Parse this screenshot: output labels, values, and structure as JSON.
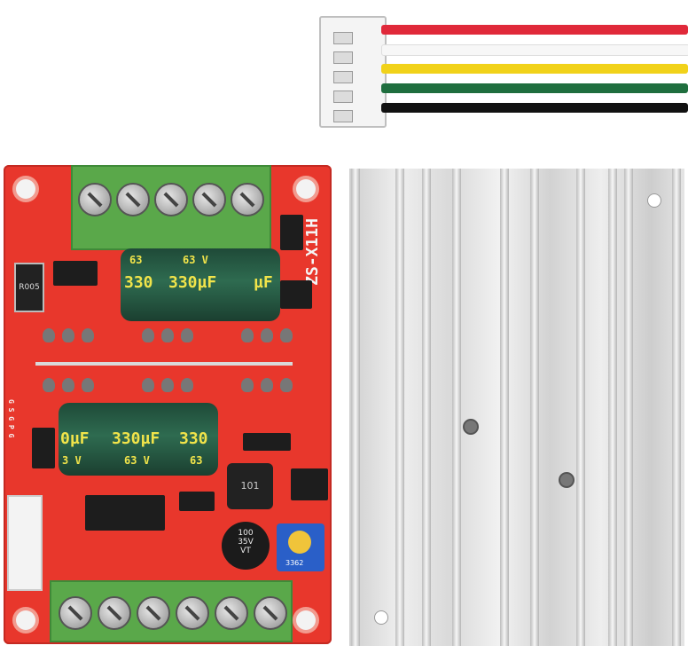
{
  "cable": {
    "wire_colors": [
      "#e0293a",
      "#f7f7f7",
      "#f1d21a",
      "#1f6e3e",
      "#111111"
    ]
  },
  "pcb": {
    "board_marking": "ZS-X11H",
    "top_cap": {
      "left_text": "330",
      "main_text": "330µF",
      "right_text": "µF",
      "voltage_left": "63 V",
      "voltage_right": "63"
    },
    "bottom_cap": {
      "left_text": "0µF",
      "main_text": "330µF",
      "right_text": "330",
      "voltage_left": "3 V",
      "voltage_mid": "63 V",
      "voltage_right": "63"
    },
    "resistor_label": "R005",
    "inductor_label": "101",
    "small_cap_top": "100",
    "small_cap_mid": "35V",
    "small_cap_bottom": "VT",
    "pot_label": "3362",
    "side_pins": "G S G P G"
  }
}
